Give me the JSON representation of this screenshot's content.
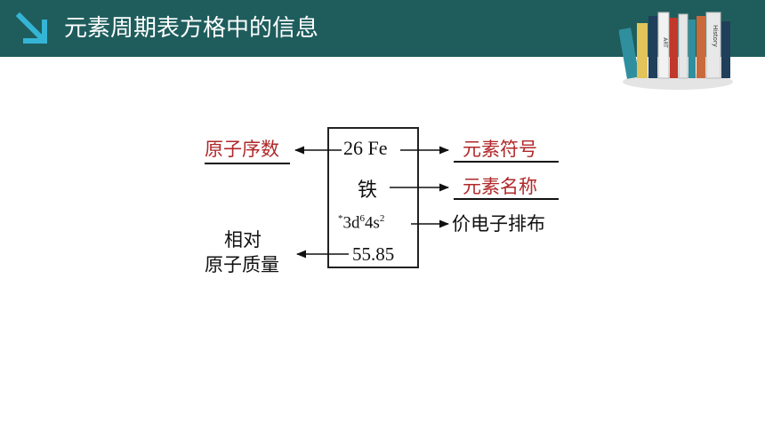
{
  "header": {
    "title": "元素周期表方格中的信息",
    "icon": "diagonal-arrow-icon",
    "decoration": "books-illustration",
    "book_labels": [
      "ART",
      "History"
    ],
    "colors": {
      "bar": "#1f5d5d",
      "icon": "#35b5d6"
    }
  },
  "element_box": {
    "number_symbol": "26 Fe",
    "name": "铁",
    "config": {
      "star": "*",
      "part1": "3d",
      "exp1": "6",
      "part2": "4s",
      "exp2": "2"
    },
    "mass": "55.85"
  },
  "labels": {
    "atomic_number": "原子序数",
    "element_symbol": "元素符号",
    "element_name": "元素名称",
    "valence_config": "价电子排布",
    "relative_mass_line1": "相对",
    "relative_mass_line2": "原子质量"
  },
  "colors": {
    "answer_red": "#b0282a"
  }
}
